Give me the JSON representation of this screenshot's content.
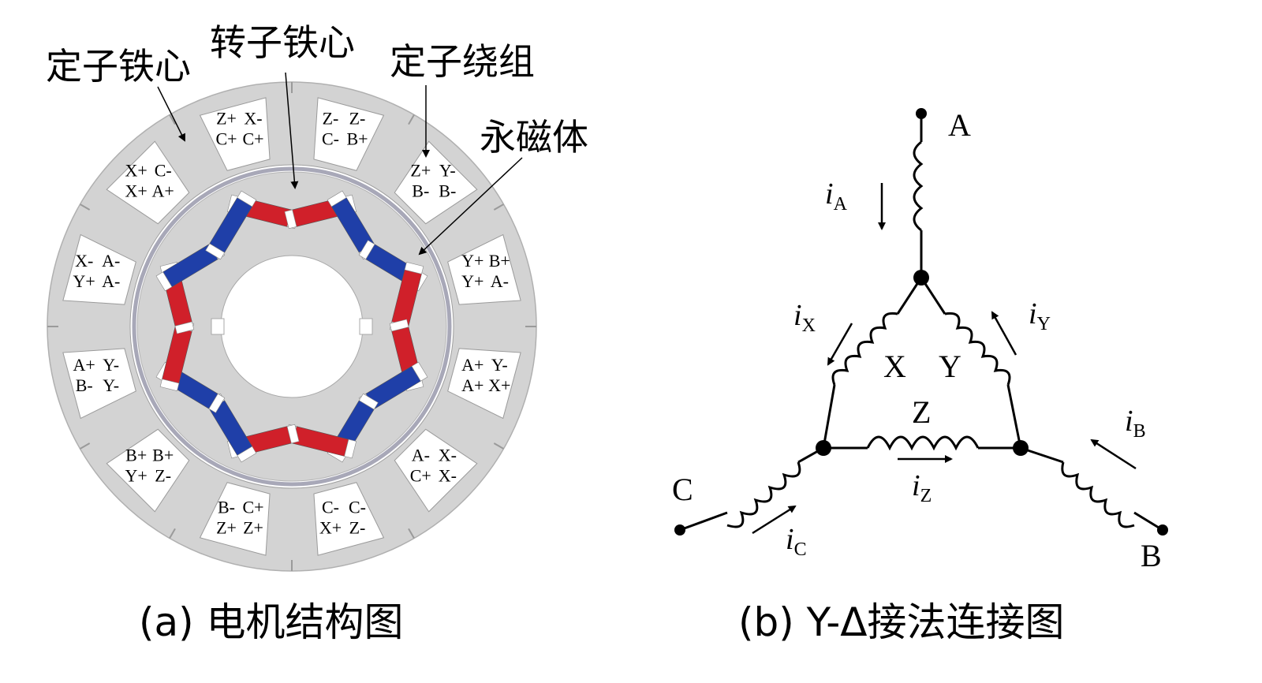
{
  "motor": {
    "labels": {
      "stator_core": "定子铁心",
      "rotor_core": "转子铁心",
      "stator_winding": "定子绕组",
      "permanent_magnet": "永磁体"
    },
    "caption": "(a) 电机结构图",
    "slots": [
      [
        "Z-",
        "Z-",
        "C-",
        "B+"
      ],
      [
        "Z+",
        "Y-",
        "B-",
        "B-"
      ],
      [
        "Y+",
        "B+",
        "Y+",
        "A-"
      ],
      [
        "A+",
        "Y-",
        "A+",
        "X+"
      ],
      [
        "A-",
        "X-",
        "C+",
        "X-"
      ],
      [
        "C-",
        "C-",
        "X+",
        "Z-"
      ],
      [
        "B-",
        "C+",
        "Z+",
        "Z+"
      ],
      [
        "B+",
        "B+",
        "Y+",
        "Z-"
      ],
      [
        "A+",
        "Y-",
        "B-",
        "Y-"
      ],
      [
        "X-",
        "A-",
        "Y+",
        "A-"
      ],
      [
        "X+",
        "C-",
        "X+",
        "A+"
      ],
      [
        "Z+",
        "X-",
        "C+",
        "C+"
      ]
    ],
    "colors": {
      "core": "#d3d3d3",
      "magnet_n": "#d0202a",
      "magnet_s": "#1f3fa8"
    }
  },
  "circuit": {
    "terminals": {
      "a": "A",
      "b": "B",
      "c": "C"
    },
    "coils": {
      "x": "X",
      "y": "Y",
      "z": "Z"
    },
    "currents": {
      "ia": {
        "sym": "i",
        "sub": "A"
      },
      "ib": {
        "sym": "i",
        "sub": "B"
      },
      "ic": {
        "sym": "i",
        "sub": "C"
      },
      "ix": {
        "sym": "i",
        "sub": "X"
      },
      "iy": {
        "sym": "i",
        "sub": "Y"
      },
      "iz": {
        "sym": "i",
        "sub": "Z"
      }
    },
    "caption": "(b) Y-Δ接法连接图"
  }
}
